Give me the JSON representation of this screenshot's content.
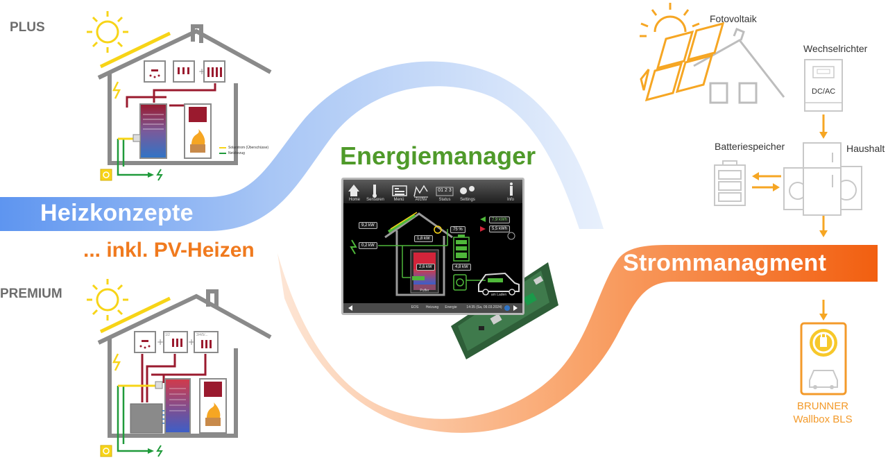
{
  "labels": {
    "plus": "PLUS",
    "premium": "PREMIUM",
    "heizkonzepte": "Heizkonzepte",
    "pv_heizen": "... inkl. PV-Heizen",
    "energiemanager": "Energiemanager",
    "strommanagement": "Strommanagment",
    "fotovoltaik": "Fotovoltaik",
    "wechselrichter": "Wechselrichter",
    "dcac": "DC/AC",
    "batteriespeicher": "Batteriespeicher",
    "haushalt": "Haushalt",
    "wallbox_line1": "BRUNNER",
    "wallbox_line2": "Wallbox BLS"
  },
  "legend": {
    "solar": "Solarstrom (Überschüsse)",
    "netz": "Netzbezug"
  },
  "premium_tags": {
    "a": "1/2",
    "b": "3/4/5/..."
  },
  "screen": {
    "nav": [
      "Home",
      "Sensoren",
      "Menü",
      "Archiv",
      "Status",
      "Settings",
      "Info"
    ],
    "clock_digits": "01 2 3",
    "values": {
      "pv": "9,2 kW",
      "grid": "0,2 kW",
      "house": "1,8 kW",
      "battery_pct": "75 %",
      "battery_kw": "4,8 kW",
      "energy_in": "7,9 kWh",
      "energy_out": "5,5 kWh",
      "tank_kw": "2,6 kW"
    },
    "tank_label": "Puffer",
    "car_label": "am Laden",
    "footer": {
      "eos": "EOS",
      "heizung": "Heizung",
      "energie": "Energie",
      "time": "14:35 (Sa, 09.03.2024)"
    }
  },
  "colors": {
    "blue_band": "#6a9ff2",
    "orange_band": "#f5782a",
    "green_title": "#4f9a2a",
    "dark_red": "#9a1a2e",
    "solar_yellow": "#f7d417",
    "pv_orange": "#f6a623"
  }
}
